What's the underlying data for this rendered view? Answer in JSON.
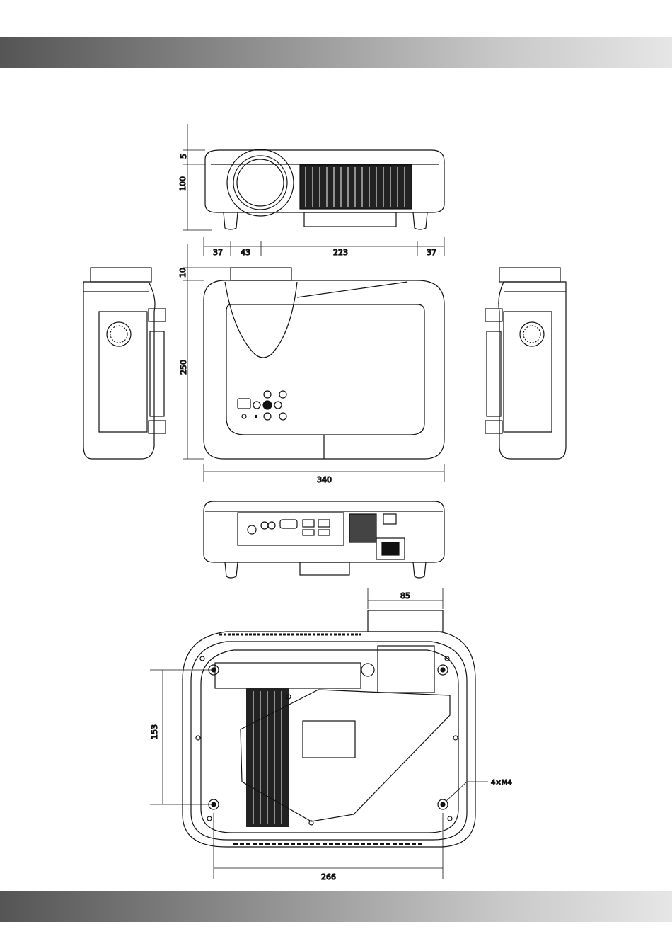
{
  "dimensions": {
    "front_top_offset": "5",
    "front_height": "100",
    "front_w1": "37",
    "front_w2": "43",
    "front_w3": "223",
    "front_w4": "37",
    "top_lens_offset": "10",
    "top_depth": "250",
    "top_width": "340",
    "bottom_lens_width": "85",
    "bottom_mount_spacing_v": "153",
    "bottom_mount_spacing_h": "266",
    "mount_screw_label": "4×M4"
  },
  "colors": {
    "line": "#111111",
    "header_bar_dark": "#555555",
    "header_bar_light": "#e6e6e6"
  }
}
